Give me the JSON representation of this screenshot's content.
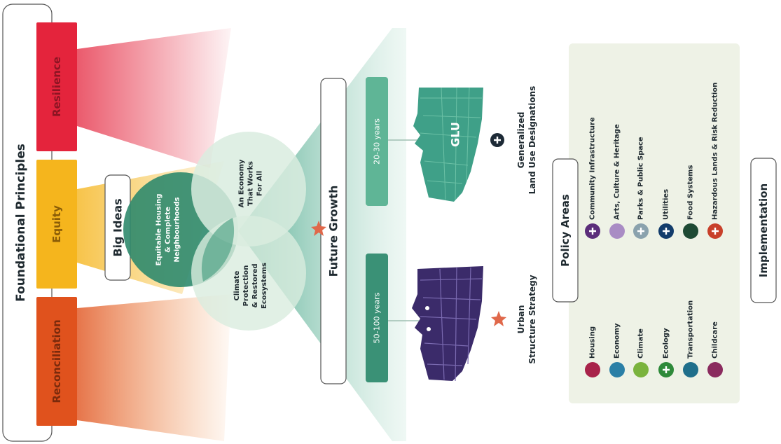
{
  "foundational": {
    "title": "Foundational Principles",
    "principles": [
      {
        "label": "Resilience",
        "color": "#e4243c"
      },
      {
        "label": "Equity",
        "color": "#f5b51d"
      },
      {
        "label": "Reconciliation",
        "color": "#e0521d"
      }
    ]
  },
  "big_ideas": {
    "title": "Big Ideas",
    "circles": [
      {
        "label": [
          "Equitable Housing",
          "& Complete",
          "Neighbourhoods"
        ]
      },
      {
        "label": [
          "An Economy",
          "That Works",
          "For All"
        ]
      },
      {
        "label": [
          "Climate",
          "Protection",
          "& Restored",
          "Ecosystems"
        ]
      }
    ]
  },
  "future_growth": {
    "title": "Future Growth",
    "near_term": "20-30 years",
    "long_term": "50-100 years",
    "glu_label": "GLU",
    "glu_title": [
      "Generalized",
      "Land Use Designations"
    ],
    "uss_title": [
      "Urban",
      "Structure Strategy"
    ]
  },
  "policy_areas": {
    "title": "Policy Areas",
    "left_items": [
      {
        "label": "Housing",
        "color": "#a8234a",
        "icon": "dot"
      },
      {
        "label": "Economy",
        "color": "#2a7fa6",
        "icon": "dot"
      },
      {
        "label": "Climate",
        "color": "#7ab33d",
        "icon": "dot"
      },
      {
        "label": "Ecology",
        "color": "#2e8a3a",
        "icon": "plus"
      },
      {
        "label": "Transportation",
        "color": "#1f6f8b",
        "icon": "dot"
      },
      {
        "label": "Childcare",
        "color": "#8a2b5e",
        "icon": "dot"
      }
    ],
    "right_items": [
      {
        "label": "Community Infrastructure",
        "color": "#5b2d7a",
        "icon": "plus"
      },
      {
        "label": "Arts, Culture & Heritage",
        "color": "#a98cc4",
        "icon": "dot"
      },
      {
        "label": "Parks & Public Space",
        "color": "#8aa2ad",
        "icon": "plus"
      },
      {
        "label": "Utilities",
        "color": "#123c6b",
        "icon": "plus"
      },
      {
        "label": "Food Systems",
        "color": "#1e4a34",
        "icon": "dot"
      },
      {
        "label": "Hazardous Lands & Risk Reduction",
        "color": "#c8402a",
        "icon": "plus"
      }
    ]
  },
  "implementation": {
    "title": "Implementation"
  },
  "colors": {
    "teal": "#4aa98d",
    "teal_dark": "#2f8a6d",
    "star": "#e0684a",
    "policy_bg": "#eef2e6",
    "navy_map": "#3b2b6a"
  }
}
